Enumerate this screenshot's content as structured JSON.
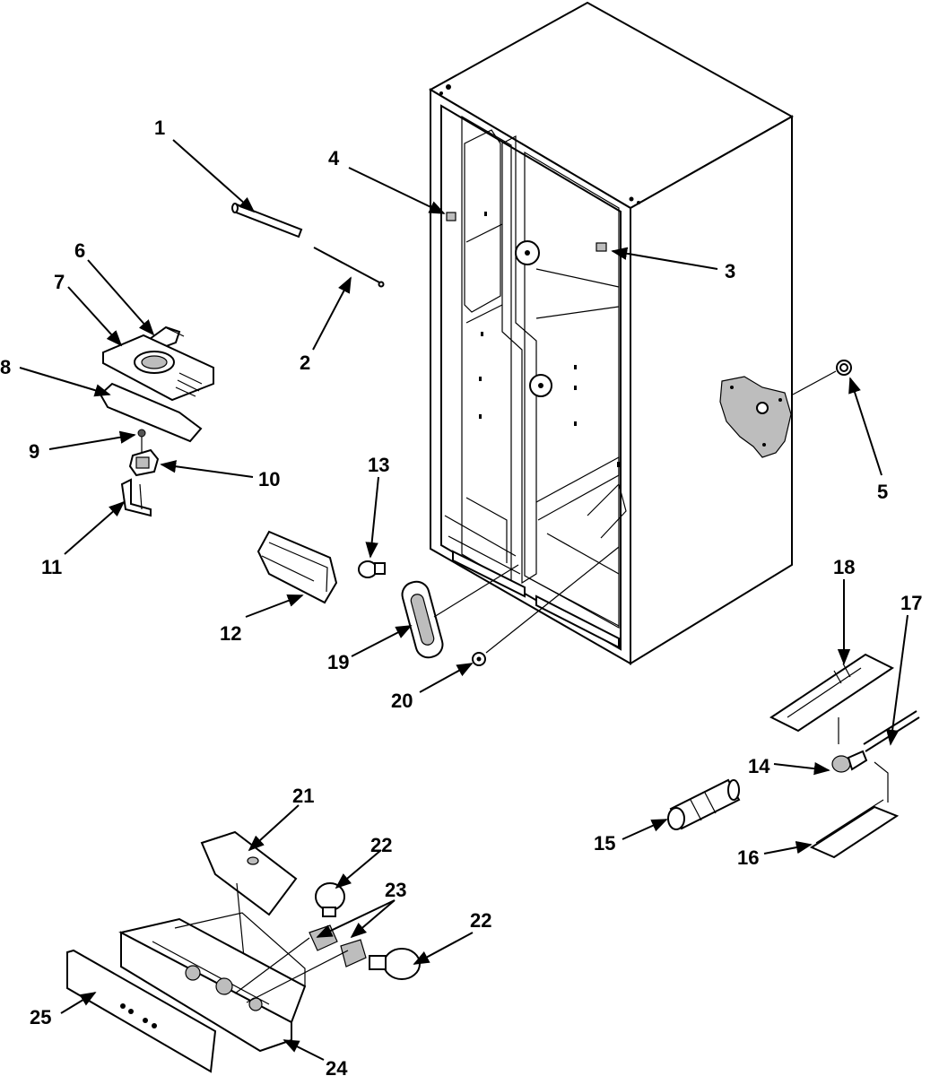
{
  "diagram": {
    "labels": {
      "p1": "1",
      "p2": "2",
      "p3": "3",
      "p4": "4",
      "p5": "5",
      "p6": "6",
      "p7": "7",
      "p8": "8",
      "p9": "9",
      "p10": "10",
      "p11": "11",
      "p12": "12",
      "p13": "13",
      "p14": "14",
      "p15": "15",
      "p16": "16",
      "p17": "17",
      "p18": "18",
      "p19": "19",
      "p20": "20",
      "p21": "21",
      "p22a": "22",
      "p22b": "22",
      "p23": "23",
      "p24": "24",
      "p25": "25"
    }
  }
}
